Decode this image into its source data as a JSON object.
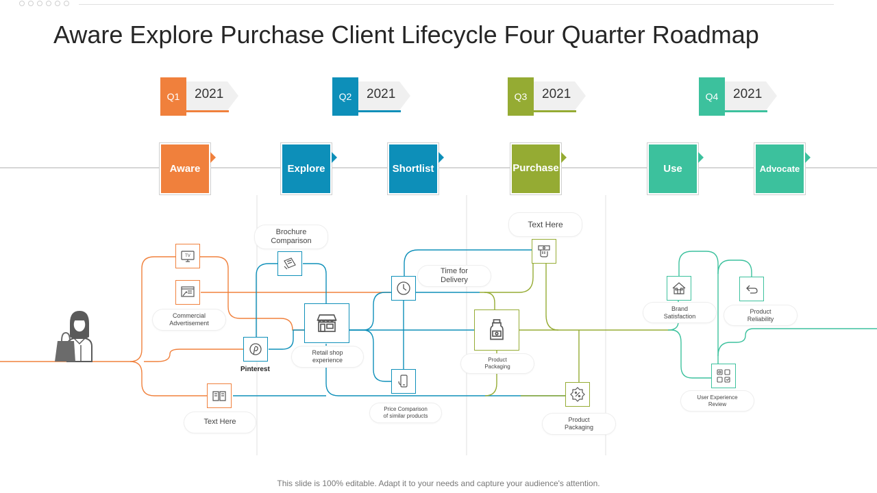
{
  "title": "Aware Explore Purchase Client Lifecycle Four Quarter Roadmap",
  "footer": "This slide is 100% editable. Adapt it to your needs and capture your audience's attention.",
  "colors": {
    "orange": "#f0803c",
    "blue": "#0d8fb9",
    "olive": "#95ab33",
    "teal": "#3cc19d",
    "grey": "#9e9e9e"
  },
  "quarters": [
    {
      "q": "Q1",
      "year": "2021"
    },
    {
      "q": "Q2",
      "year": "2021"
    },
    {
      "q": "Q3",
      "year": "2021"
    },
    {
      "q": "Q4",
      "year": "2021"
    }
  ],
  "stages": [
    "Aware",
    "Explore",
    "Shortlist",
    "Purchase",
    "Use",
    "Advocate"
  ],
  "labels": {
    "commercial": "Commercial\nAdvertisement",
    "pinterest": "Pinterest",
    "text_here_left": "Text Here",
    "brochure": "Brochure\nComparison",
    "retail": "Retail shop\nexperience",
    "price_comparison": "Price Comparison\nof similar products",
    "time_delivery": "Time  for\nDelivery",
    "text_here_top": "Text Here",
    "product_packaging_mid": "Product\nPackaging",
    "product_packaging_low": "Product\nPackaging",
    "brand_satisfaction": "Brand\nSatisfaction",
    "product_reliability": "Product\nReliability",
    "user_experience": "User Experience\nReview"
  },
  "icons": {
    "tv": "tv-icon",
    "ad": "advertisement-icon",
    "pinterest": "pinterest-icon",
    "book": "book-icon",
    "brochure": "brochure-icon",
    "shop": "shop-icon",
    "clock": "clock-icon",
    "phone": "phone-icon",
    "cash": "cash-in-hand-icon",
    "bottle": "bottle-icon",
    "discount": "discount-badge-icon",
    "house": "house-icon",
    "return": "return-arrow-icon",
    "review": "review-icon",
    "person": "shopper-icon"
  }
}
